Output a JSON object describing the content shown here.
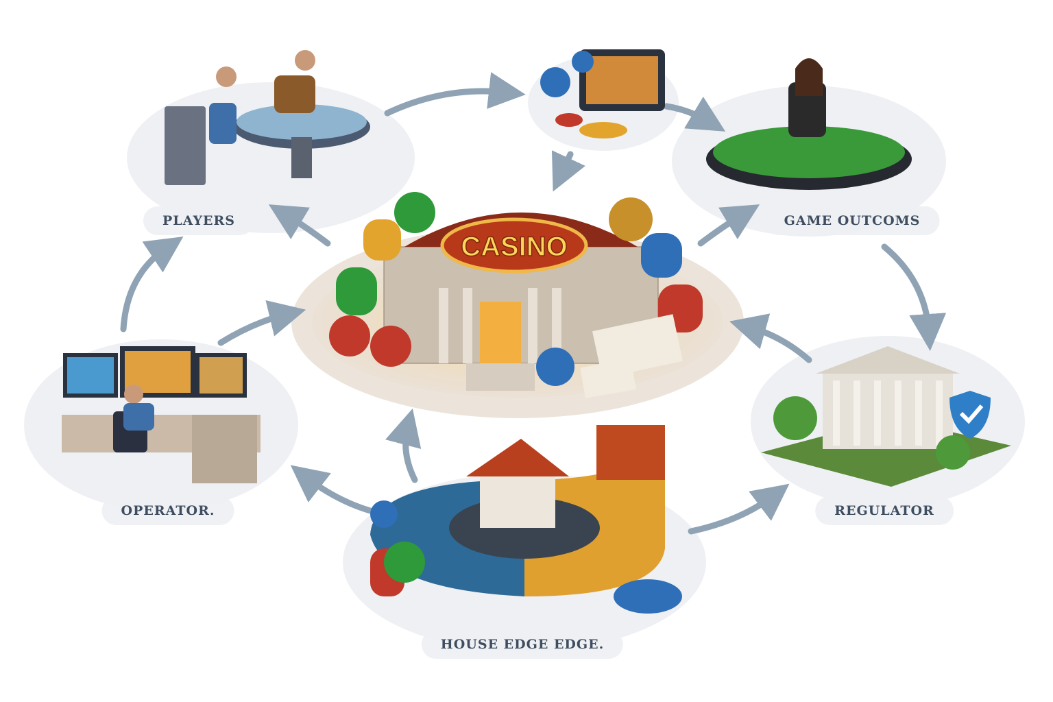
{
  "center": {
    "sign": "CASINO"
  },
  "nodes": {
    "players": {
      "label": "PLAYERS"
    },
    "game_outcomes": {
      "label": "GAME OUTCOMS"
    },
    "operator": {
      "label": "OPERATOR."
    },
    "regulator": {
      "label": "REGULATOR"
    },
    "house_edge": {
      "label": "HOUSE EDGE EDGE."
    }
  },
  "colors": {
    "arrow": "#8fa3b5",
    "label_text": "#3e4e60",
    "platform": "#eceef1",
    "casino_sign": "#b8391a",
    "chip_green": "#2e9a3a",
    "chip_blue": "#2f6fb8",
    "chip_red": "#c0392b",
    "gold": "#e2a42c"
  }
}
